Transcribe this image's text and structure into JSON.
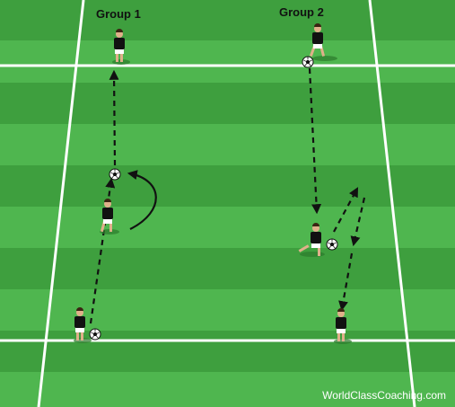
{
  "diagram": {
    "title": "",
    "groups": [
      {
        "label": "Group 1"
      },
      {
        "label": "Group 2"
      }
    ],
    "watermark": "WorldClassCoaching.com",
    "colors": {
      "grass_light": "#4fb64f",
      "grass_dark": "#3e9f3e",
      "lines": "#ffffff",
      "arrows": "#111111",
      "player_shirt": "#111111",
      "player_shorts": "#ffffff",
      "player_skin": "#e0b08a"
    },
    "elements": {
      "players": "6 players (black shirts)",
      "balls": "4 soccer balls",
      "movement": "dashed pass arrows and one curved run arrow"
    }
  }
}
